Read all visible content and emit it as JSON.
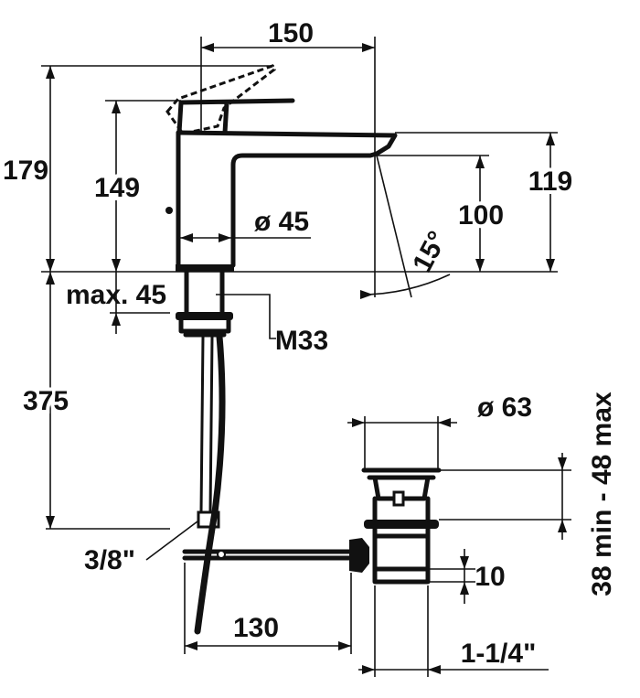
{
  "title": "Basin mixer dimension drawing",
  "dimensions": {
    "spout_reach": "150",
    "total_height": "179",
    "body_height": "149",
    "spout_top_height": "119",
    "spout_outlet_height": "100",
    "body_diameter": "ø 45",
    "spout_angle": "15°",
    "max_deck_thickness": "max. 45",
    "thread": "M33",
    "hose_length": "375",
    "waste_diameter": "ø 63",
    "waste_range": "38 min - 48 max",
    "waste_flange": "10",
    "hose_connection": "3/8\"",
    "rod_length": "130",
    "waste_thread": "1-1/4\""
  }
}
